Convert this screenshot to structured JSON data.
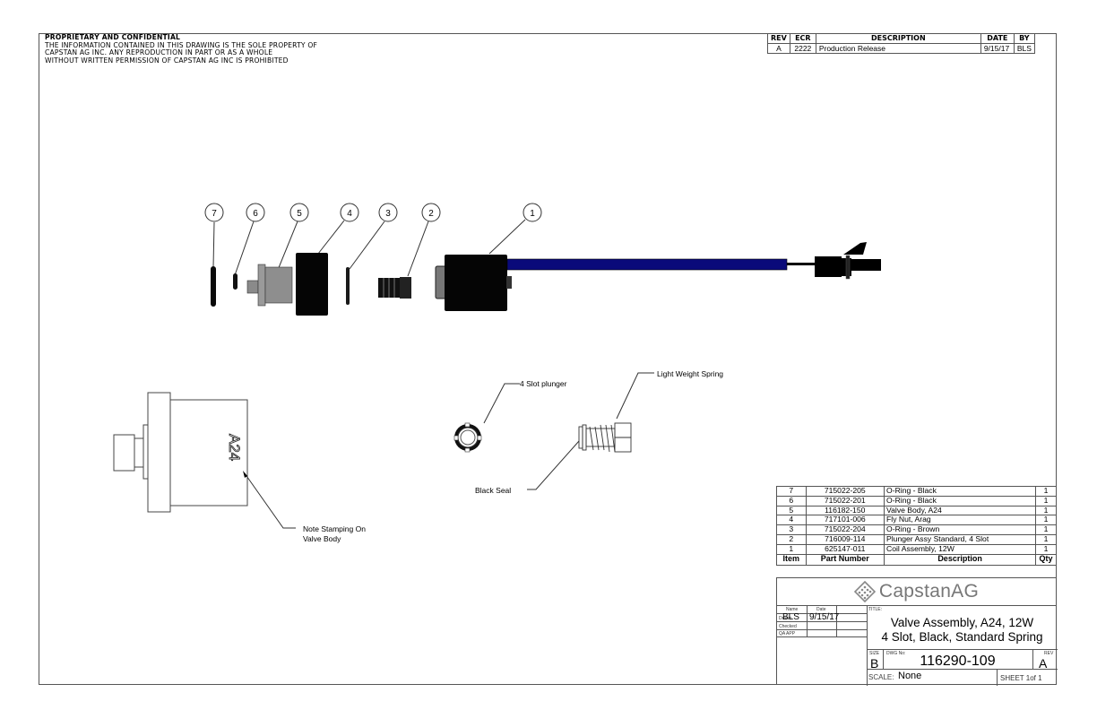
{
  "notice": {
    "heading": "PROPRIETARY AND CONFIDENTIAL",
    "lines": [
      "THE INFORMATION CONTAINED IN THIS DRAWING IS THE SOLE PROPERTY OF",
      "CAPSTAN AG INC. ANY REPRODUCTION IN PART OR AS A WHOLE",
      "WITHOUT WRITTEN PERMISSION OF CAPSTAN AG INC IS PROHIBITED"
    ]
  },
  "revision_table": {
    "headers": [
      "REV",
      "ECR",
      "DESCRIPTION",
      "DATE",
      "BY"
    ],
    "rows": [
      {
        "rev": "A",
        "ecr": "2222",
        "description": "Production Release",
        "date": "9/15/17",
        "by": "BLS"
      }
    ]
  },
  "balloons": [
    "7",
    "6",
    "5",
    "4",
    "3",
    "2",
    "1"
  ],
  "annotations": {
    "plunger": "4 Slot plunger",
    "spring": "Light Weight Spring",
    "seal": "Black Seal",
    "stamp_note_line1": "Note Stamping On",
    "stamp_note_line2": "Valve Body",
    "stamp_text": "A24"
  },
  "colors": {
    "cable": "#0a0a7a",
    "part_black": "#050505",
    "part_gray": "#8a8a8a",
    "logo_gray": "#777777"
  },
  "bom": {
    "headers": {
      "item": "Item",
      "part_number": "Part Number",
      "description": "Description",
      "qty": "Qty"
    },
    "rows": [
      {
        "item": "7",
        "part_number": "715022-205",
        "description": "O-Ring - Black",
        "qty": "1"
      },
      {
        "item": "6",
        "part_number": "715022-201",
        "description": "O-Ring - Black",
        "qty": "1"
      },
      {
        "item": "5",
        "part_number": "116182-150",
        "description": "Valve Body, A24",
        "qty": "1"
      },
      {
        "item": "4",
        "part_number": "717101-006",
        "description": "Fly Nut, Arag",
        "qty": "1"
      },
      {
        "item": "3",
        "part_number": "715022-204",
        "description": "O-Ring - Brown",
        "qty": "1"
      },
      {
        "item": "2",
        "part_number": "716009-114",
        "description": "Plunger Assy Standard, 4 Slot",
        "qty": "1"
      },
      {
        "item": "1",
        "part_number": "625147-011",
        "description": "Coil Assembly, 12W",
        "qty": "1"
      }
    ]
  },
  "title_block": {
    "logo_text": "CapstanAG",
    "name_label": "Name",
    "date_label": "Date",
    "title_label": "TITLE:",
    "drawn_label": "Drawn",
    "checked_label": "Checked",
    "qa_label": "QA APP",
    "drawn_name": "BLS",
    "drawn_date": "9/15/17",
    "title_line1": "Valve Assembly, A24, 12W",
    "title_line2": "4 Slot, Black, Standard Spring",
    "size_label": "SIZE",
    "size": "B",
    "dwg_label": "DWG No:",
    "dwg_no": "116290-109",
    "rev_label": "REV",
    "rev": "A",
    "scale_label": "SCALE:",
    "scale": "None",
    "sheet": "SHEET 1of 1"
  }
}
